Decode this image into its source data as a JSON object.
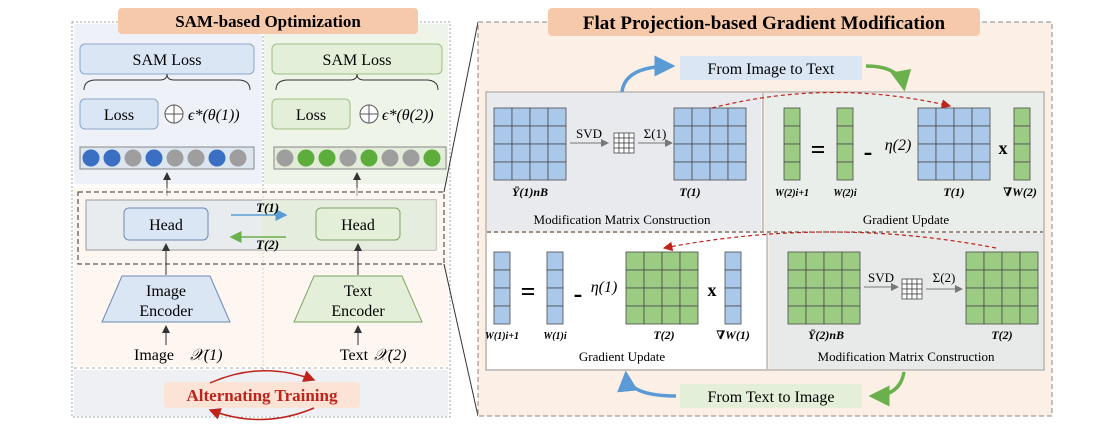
{
  "left_panel": {
    "title": "SAM-based Optimization",
    "image_branch": {
      "sam_loss": "SAM Loss",
      "loss": "Loss",
      "eps": "ϵ*(θ(1))",
      "head": "Head",
      "encoder_line1": "Image",
      "encoder_line2": "Encoder",
      "input_label": "Image",
      "input_symbol": "𝒳(1)",
      "dots": [
        "blue",
        "blue",
        "gray",
        "blue",
        "gray",
        "gray",
        "blue",
        "gray"
      ]
    },
    "text_branch": {
      "sam_loss": "SAM Loss",
      "loss": "Loss",
      "eps": "ϵ*(θ(2))",
      "head": "Head",
      "encoder_line1": "Text",
      "encoder_line2": "Encoder",
      "input_label": "Text",
      "input_symbol": "𝒳(2)",
      "dots": [
        "gray",
        "green",
        "green",
        "gray",
        "green",
        "gray",
        "gray",
        "green"
      ]
    },
    "t1_label": "T(1)",
    "t2_label": "T(2)",
    "alternating": "Alternating Training"
  },
  "right_panel": {
    "title": "Flat Projection-based Gradient Modification",
    "top_flow": "From Image to Text",
    "bottom_flow": "From Text to Image",
    "q1": {
      "svd": "SVD",
      "sigma": "Σ(1)",
      "y_label": "Ȳ(1)nB",
      "t_label": "T(1)",
      "caption": "Modification Matrix Construction"
    },
    "q2": {
      "eq": "=",
      "minus": "-",
      "eta": "η(2)",
      "times": "x",
      "w_next": "W(2)i+1",
      "w_cur": "W(2)i",
      "t_label": "T(1)",
      "grad": "∇W(2)",
      "caption": "Gradient Update"
    },
    "q3": {
      "eq": "=",
      "minus": "-",
      "eta": "η(1)",
      "times": "x",
      "w_next": "W(1)i+1",
      "w_cur": "W(1)i",
      "t_label": "T(2)",
      "grad": "∇W(1)",
      "caption": "Gradient Update"
    },
    "q4": {
      "svd": "SVD",
      "sigma": "Σ(2)",
      "y_label": "Ȳ(2)nB",
      "t_label": "T(2)",
      "caption": "Modification Matrix Construction"
    }
  },
  "colors": {
    "blue_cell": "#a9c8ea",
    "green_cell": "#9ccc83",
    "blue_dot": "#3a6fc4",
    "green_dot": "#5cad3c",
    "gray_dot": "#9e9e9e",
    "title_bg": "#f7c9ab",
    "alt_text": "#c0221c"
  }
}
